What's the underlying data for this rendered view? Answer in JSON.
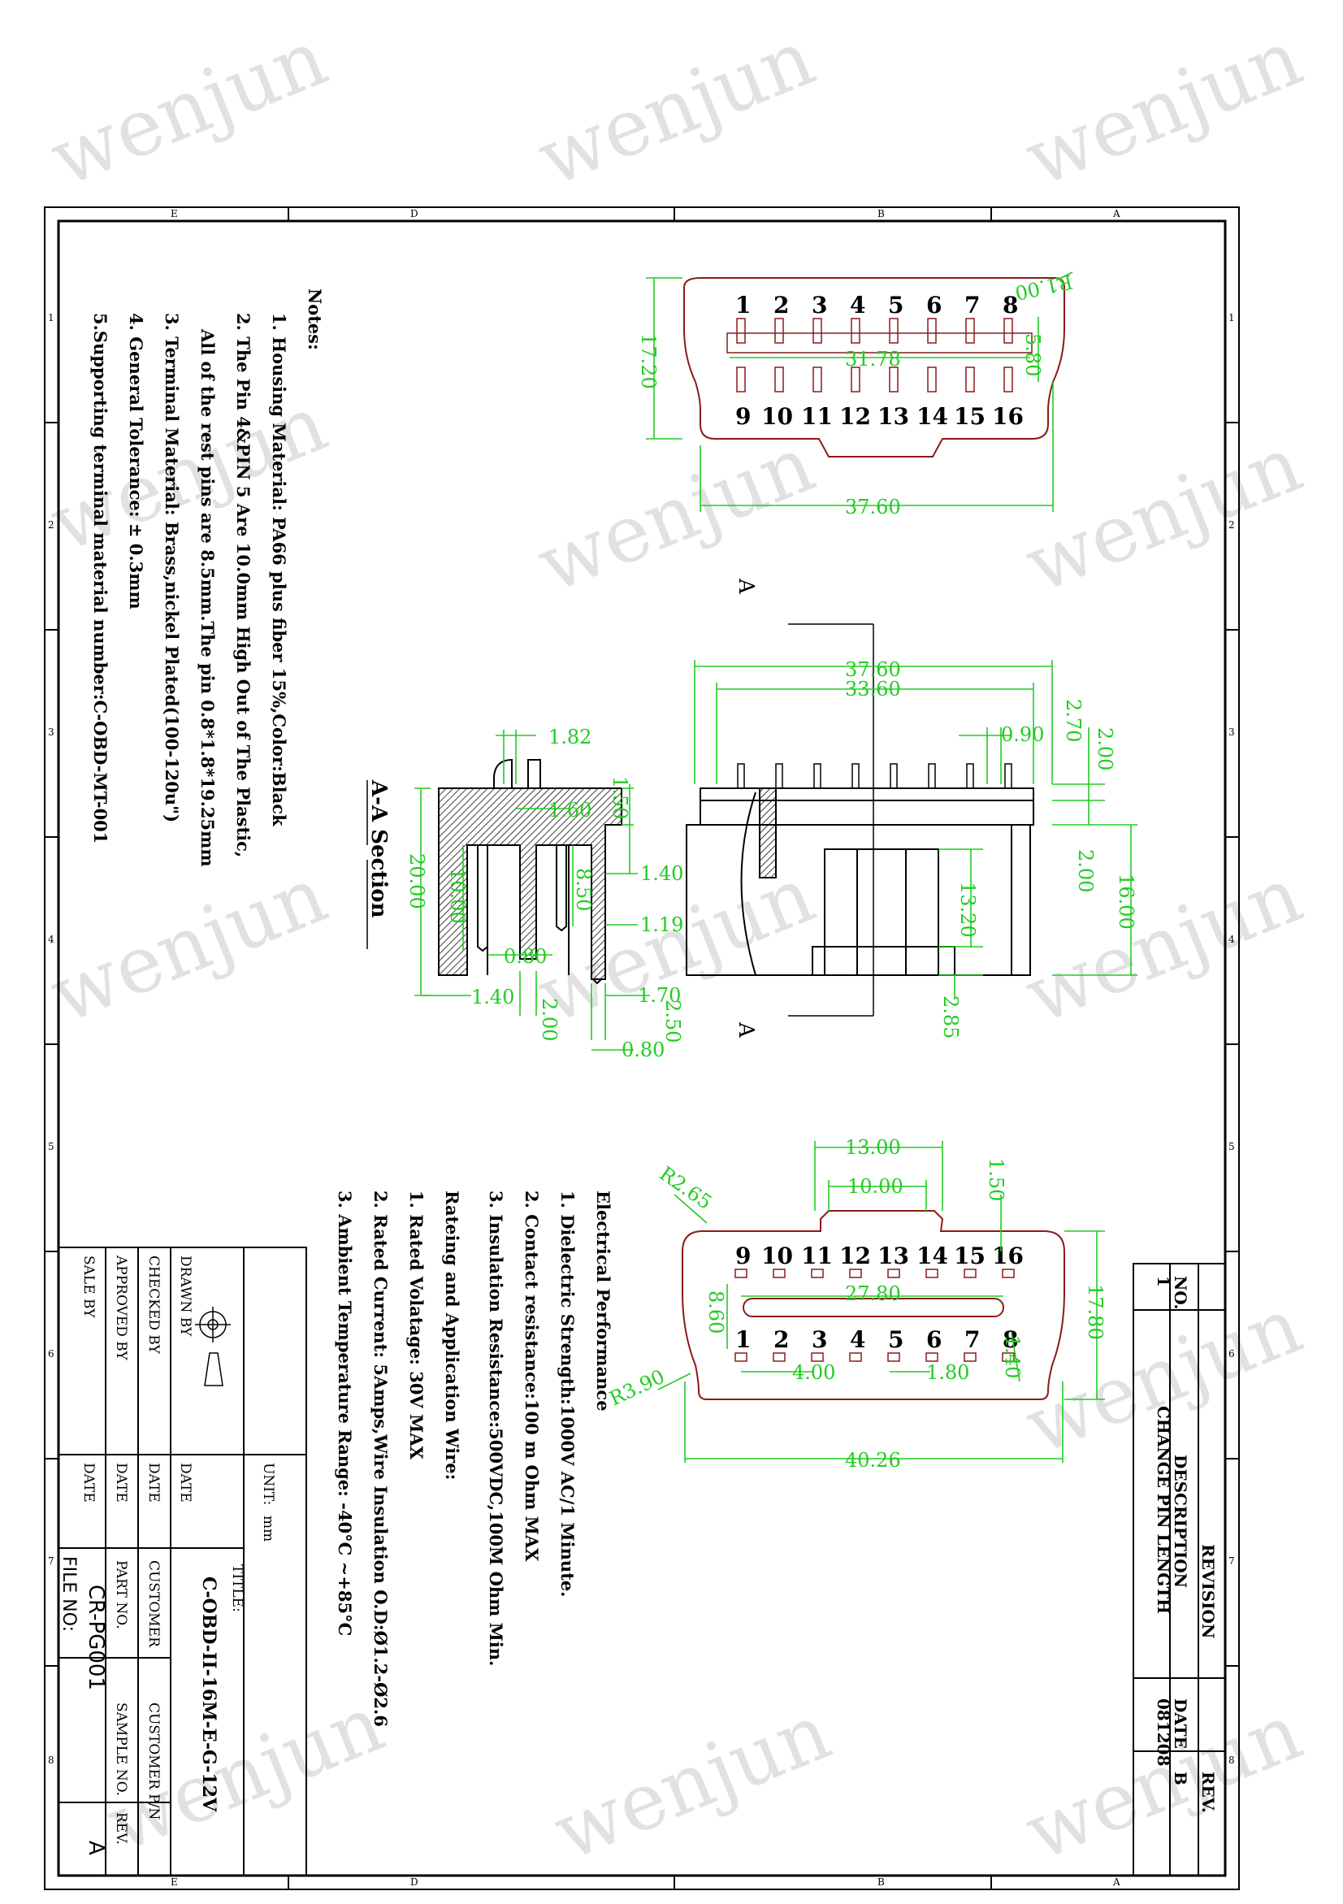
{
  "watermark": "wenjun",
  "frame": {
    "zone_letters": [
      "E",
      "D",
      "B",
      "A"
    ],
    "zone_numbers": [
      "1",
      "2",
      "3",
      "4",
      "5",
      "6",
      "7",
      "8"
    ]
  },
  "notes": {
    "heading": "Notes:",
    "items": [
      "1. Housing Material: PA66 plus fiber 15%,Color:Black",
      "2. The Pin 4&PIN 5  Are 10.0mm High Out of The Plastic,",
      "   All of the rest pins are 8.5mm.The pin 0.8*1.8*19.25mm",
      "3. Terminal Material: Brass,nickel Plated(100-120u\")",
      "4. General Tolerance: ± 0.3mm",
      "5.Supporting terminal material number:C-OBD-MT-001"
    ]
  },
  "electrical": {
    "heading": "Electrical Performance",
    "items": [
      "1. Dielectric Strength:1000V AC/1 Minute.",
      "2. Contact resistance:100 m Ohm MAX",
      "3. Insulation Resistance:500VDC,100M Ohm Min."
    ],
    "wire_heading": "Rateing and Application Wire:",
    "wire_items": [
      "1. Rated Volatage: 30V MAX",
      "2. Rated Current: 5Amps,Wire Insulation O.D:Ø1.2-Ø2.6",
      "3. Ambient Temperature Range: -40°C ~+85°C"
    ]
  },
  "revision": {
    "heading": "REVISION",
    "col_no": "NO.",
    "col_desc": "DESCRIPTION",
    "col_date": "DATE",
    "col_rev": "REV.",
    "row": {
      "no": "1",
      "desc": "CHANGE PIN LENGTH",
      "date": "081208",
      "rev": "B"
    }
  },
  "title_block": {
    "unit_label": "UNIT:",
    "unit_value": "mm",
    "title_label": "TITLE:",
    "title_value": "C-OBD-II-16M-E-G-12V",
    "drawn_by": "DRAWN   BY",
    "checked_by": "CHECKED   BY",
    "approved_by": "APPROVED   BY",
    "sale_by": "SALE   BY",
    "date_label": "DATE",
    "customer": "CUSTOMER",
    "customer_pn": "CUSTOMER P/N",
    "part_no_label": "PART NO.",
    "part_no_value": "CR-PG001",
    "sample_no": "SAMPLE NO.",
    "rev_label": "REV.",
    "rev_value": "A",
    "file_no": "FILE NO:"
  },
  "top_view": {
    "pins_top": [
      "1",
      "2",
      "3",
      "4",
      "5",
      "6",
      "7",
      "8"
    ],
    "pins_bottom": [
      "9",
      "10",
      "11",
      "12",
      "13",
      "14",
      "15",
      "16"
    ],
    "dims": {
      "height": "17.20",
      "pin_span": "31.78",
      "row_gap": "5.80",
      "radius": "R1.00",
      "width": "37.60"
    }
  },
  "side_view": {
    "dims": {
      "w1": "37.60",
      "w2": "33.60",
      "d090": "0.90",
      "d270": "2.70",
      "d200a": "2.00",
      "d200b": "2.00",
      "d1600": "16.00",
      "d1320": "13.20",
      "d285": "2.85"
    },
    "section_marker": "A"
  },
  "section": {
    "label": "A-A  Section",
    "dims": {
      "d182": "1.82",
      "d160": "1.60",
      "d150": "1.50",
      "d140a": "1.40",
      "d850": "8.50",
      "d119": "1.19",
      "d2000": "20.00",
      "d1000": "10.00",
      "d080a": "0.80",
      "d140b": "1.40",
      "d200": "2.00",
      "d170": "1.70",
      "d250": "2.50",
      "d080b": "0.80"
    }
  },
  "bottom_view": {
    "pins_top": [
      "9",
      "10",
      "11",
      "12",
      "13",
      "14",
      "15",
      "16"
    ],
    "pins_bottom": [
      "1",
      "2",
      "3",
      "4",
      "5",
      "6",
      "7",
      "8"
    ],
    "dims": {
      "d1300": "13.00",
      "d1000": "10.00",
      "d150": "1.50",
      "r265": "R2.65",
      "d2780": "27.80",
      "d860": "8.60",
      "d400": "4.00",
      "d180": "1.80",
      "d140": "1.40",
      "d1780": "17.80",
      "r390": "R3.90",
      "d4026": "40.26"
    }
  }
}
